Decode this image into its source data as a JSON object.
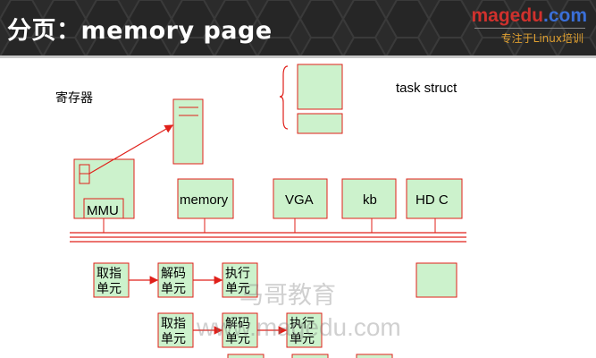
{
  "header": {
    "title": "分页：memory page",
    "logo_main": "magedu",
    "logo_tld": ".com",
    "logo_sub": "专注于Linux培训"
  },
  "diagram": {
    "register_label": "寄存器",
    "task_struct_label": "task struct",
    "mmu_label": "MMU",
    "bus_devices": [
      "memory",
      "VGA",
      "kb",
      "HD C"
    ],
    "pipeline_row1": [
      "取指\n单元",
      "解码\n单元",
      "执行\n单元"
    ],
    "pipeline_row2": [
      "取指\n单元",
      "解码\n单元",
      "执行\n单元"
    ]
  },
  "watermark": {
    "line1": "马哥教育",
    "line2": "www.magedu.com"
  },
  "colors": {
    "box_fill": "#ccf2cc",
    "box_stroke": "#e0201a",
    "header_bg": "#2b2b2b"
  }
}
